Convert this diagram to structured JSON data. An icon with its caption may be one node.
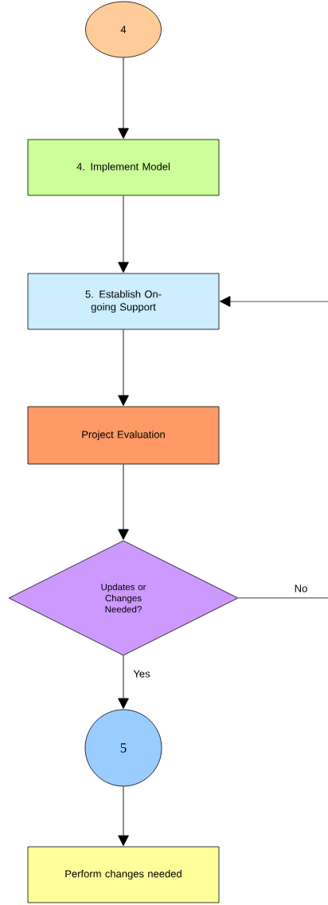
{
  "diagram": {
    "nodes": [
      {
        "text": [
          "4"
        ]
      },
      {
        "text": [
          "4. Implement Model"
        ]
      },
      {
        "text": [
          "5. Establish On-going Support"
        ]
      },
      {
        "text": [
          "Project Evaluation"
        ]
      },
      {
        "text": [
          "Updates or Changes Needed?"
        ]
      },
      {
        "text": [
          "5"
        ]
      },
      {
        "text": [
          "Perform changes needed"
        ]
      }
    ],
    "edges": [
      {
        "from": 0,
        "to": 1,
        "arrow": "to"
      },
      {
        "from": 1,
        "to": 2,
        "arrow": "to"
      },
      {
        "from": 2,
        "to": 3,
        "arrow": "to"
      },
      {
        "from": 3,
        "to": 4,
        "arrow": "to"
      },
      {
        "from": 4,
        "to": 5,
        "arrow": "to",
        "label": "Yes"
      },
      {
        "from": 5,
        "to": 6,
        "arrow": "to"
      },
      {
        "from": 4,
        "to": 2,
        "arrow": "to",
        "label": "No"
      }
    ]
  }
}
